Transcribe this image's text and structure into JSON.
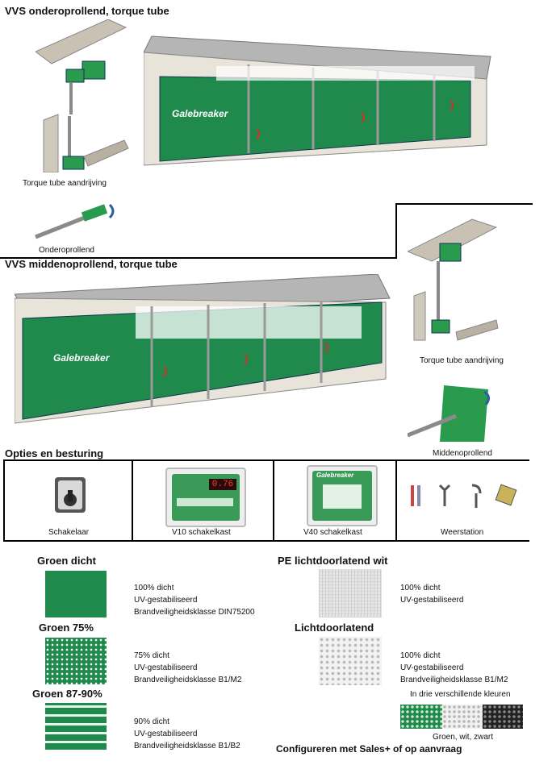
{
  "section1": {
    "title": "VVS onderoprollend, torque tube",
    "caption_drive": "Torque tube aandrijving",
    "caption_roller": "Onderoprollend",
    "brand_logo": "Galebreaker"
  },
  "section2": {
    "title": "VVS middenoprollend, torque tube",
    "caption_drive": "Torque tube aandrijving",
    "caption_roller": "Middenoprollend",
    "brand_logo": "Galebreaker"
  },
  "options": {
    "title": "Opties en besturing",
    "items": [
      {
        "label": "Schakelaar"
      },
      {
        "label": "V10 schakelkast",
        "display": "0.76"
      },
      {
        "label": "V40 schakelkast",
        "brand": "Galebreaker"
      },
      {
        "label": "Weerstation"
      }
    ]
  },
  "fabrics_left": [
    {
      "title": "Groen dicht",
      "lines": [
        "100% dicht",
        "UV-gestabiliseerd",
        "Brandveiligheidsklasse DIN75200"
      ]
    },
    {
      "title": "Groen 75%",
      "lines": [
        "75% dicht",
        "UV-gestabiliseerd",
        "Brandveiligheidsklasse B1/M2"
      ]
    },
    {
      "title": "Groen 87-90%",
      "lines": [
        "90% dicht",
        "UV-gestabiliseerd",
        "Brandveiligheidsklasse B1/B2"
      ]
    }
  ],
  "fabrics_right": [
    {
      "title": "PE lichtdoorlatend wit",
      "lines": [
        "100% dicht",
        "UV-gestabiliseerd"
      ]
    },
    {
      "title": "Lichtdoorlatend",
      "lines": [
        "100% dicht",
        "UV-gestabiliseerd",
        "Brandveiligheidsklasse B1/M2"
      ],
      "note": "In drie verschillende kleuren"
    }
  ],
  "colors_caption": "Groen, wit, zwart",
  "footer": "Configureren met Sales+ of op aanvraag",
  "colors": {
    "green": "#1f8a4c",
    "dark_green": "#146b38",
    "steel": "#9a9a9a",
    "red_arrow": "#d0322a"
  }
}
